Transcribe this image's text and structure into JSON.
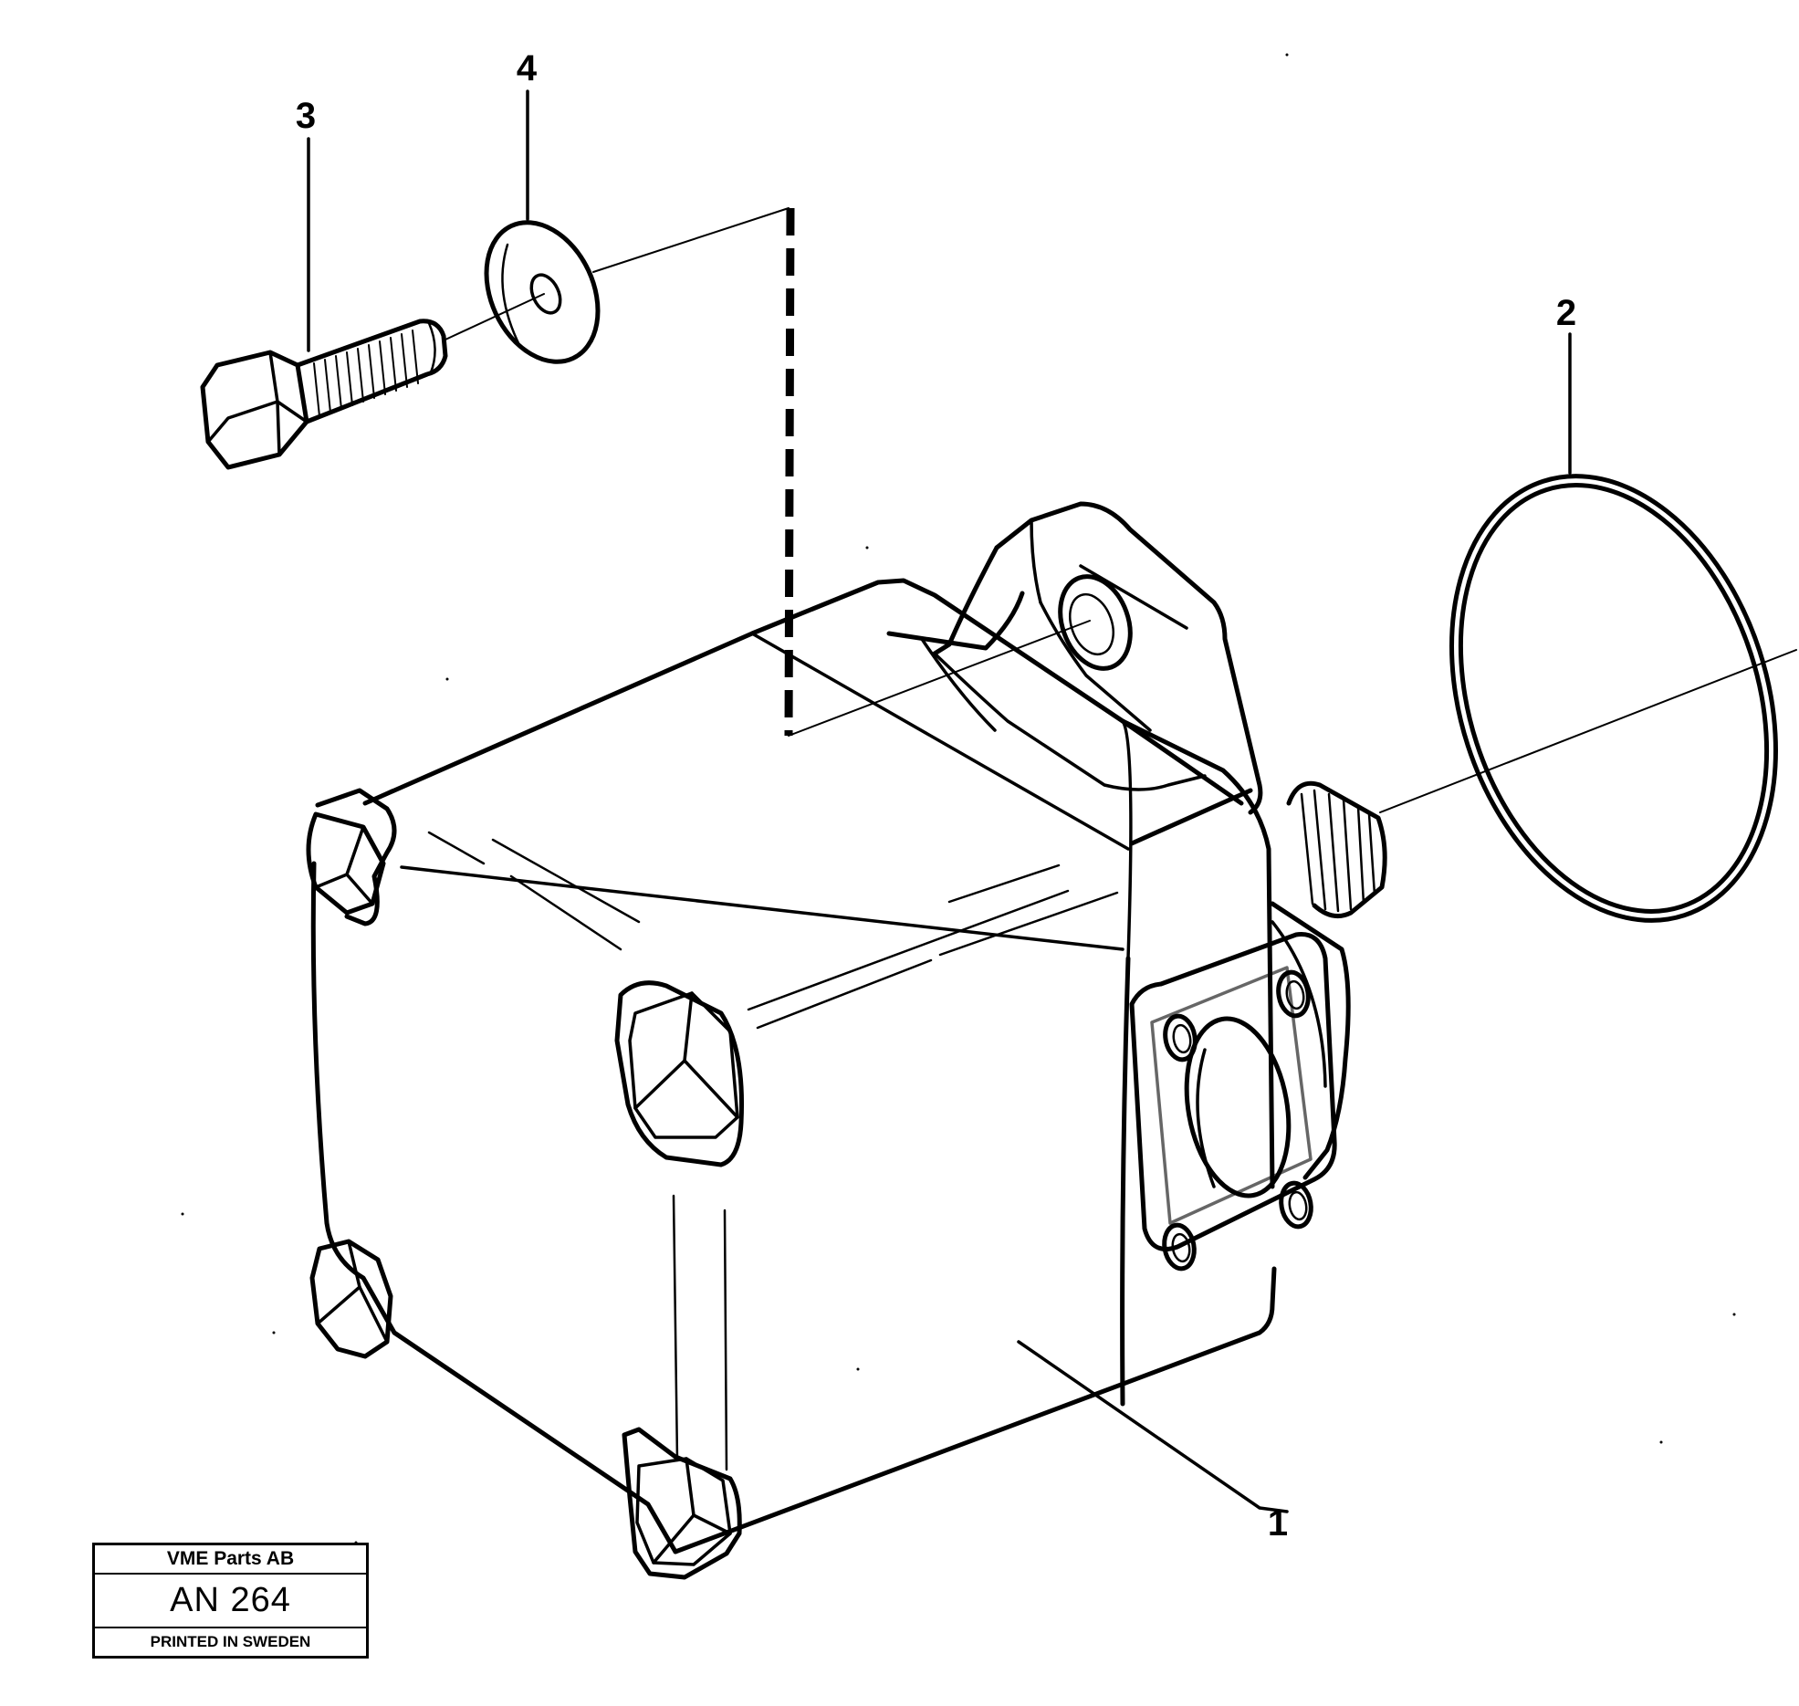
{
  "callouts": {
    "part_1": "1",
    "part_2": "2",
    "part_3": "3",
    "part_4": "4"
  },
  "stamp": {
    "company": "VME Parts AB",
    "code": "AN 264",
    "printed": "PRINTED IN SWEDEN"
  },
  "colors": {
    "ink": "#000000",
    "paper": "#ffffff"
  }
}
